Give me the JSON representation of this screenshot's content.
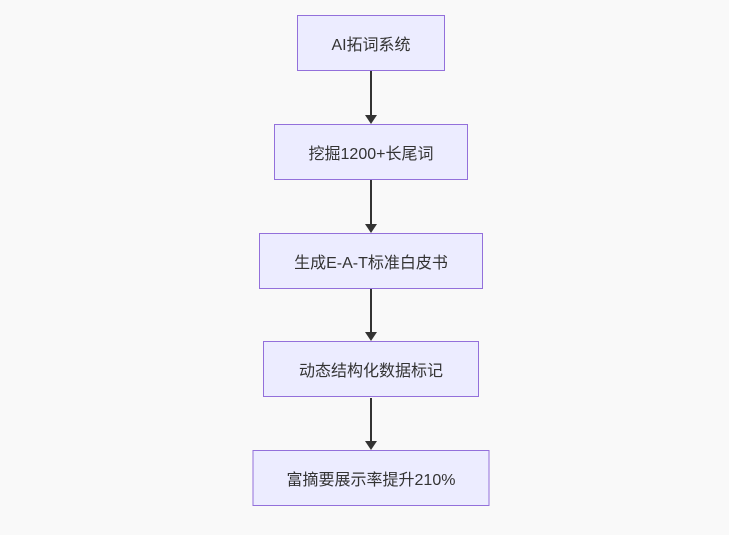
{
  "diagram": {
    "type": "flowchart",
    "direction": "top-down",
    "background_color": "#f9f9f9",
    "node_fill_color": "#ececff",
    "node_border_color": "#9370db",
    "text_color": "#333333",
    "arrow_color": "#333333",
    "nodes": [
      {
        "label": "AI拓词系统"
      },
      {
        "label": "挖掘1200+长尾词"
      },
      {
        "label": "生成E-A-T标准白皮书"
      },
      {
        "label": "动态结构化数据标记"
      },
      {
        "label": "富摘要展示率提升210%"
      }
    ],
    "edges": [
      {
        "from": "AI拓词系统",
        "to": "挖掘1200+长尾词"
      },
      {
        "from": "挖掘1200+长尾词",
        "to": "生成E-A-T标准白皮书"
      },
      {
        "from": "生成E-A-T标准白皮书",
        "to": "动态结构化数据标记"
      },
      {
        "from": "动态结构化数据标记",
        "to": "富摘要展示率提升210%"
      }
    ]
  }
}
